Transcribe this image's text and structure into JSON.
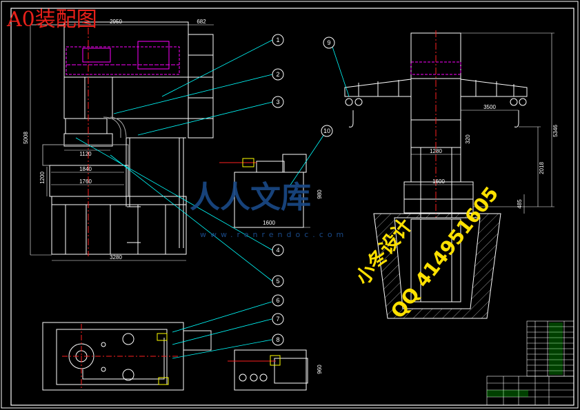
{
  "title": "A0装配图",
  "balloons": [
    "1",
    "2",
    "3",
    "4",
    "5",
    "6",
    "7",
    "8",
    "9",
    "10"
  ],
  "dimensions": {
    "front_top": "2950",
    "front_right_top": "682",
    "front_height": "5008",
    "w1120": "1120",
    "w1840": "1840",
    "w1760": "1760",
    "h1200": "1200",
    "w3280": "3280",
    "pump_h": "980",
    "pump_w": "1600",
    "side_3500": "3500",
    "side_5346": "5346",
    "side_320": "320",
    "side_1280": "1280",
    "side_2018": "2018",
    "side_1600": "1600",
    "side_485": "485",
    "pump2_h": "960"
  },
  "watermark": {
    "cn": "人人文库",
    "url": "www.renrendoc.com"
  },
  "stamp": {
    "line1": "小冬设计",
    "line2": "QQ 414951605"
  },
  "colors": {
    "line": "#ffffff",
    "magenta": "#ff00ff",
    "cyan": "#00ffff",
    "green": "#00ff00",
    "red": "#ff2020",
    "yellow": "#ffff00",
    "title": "#e8201a"
  }
}
